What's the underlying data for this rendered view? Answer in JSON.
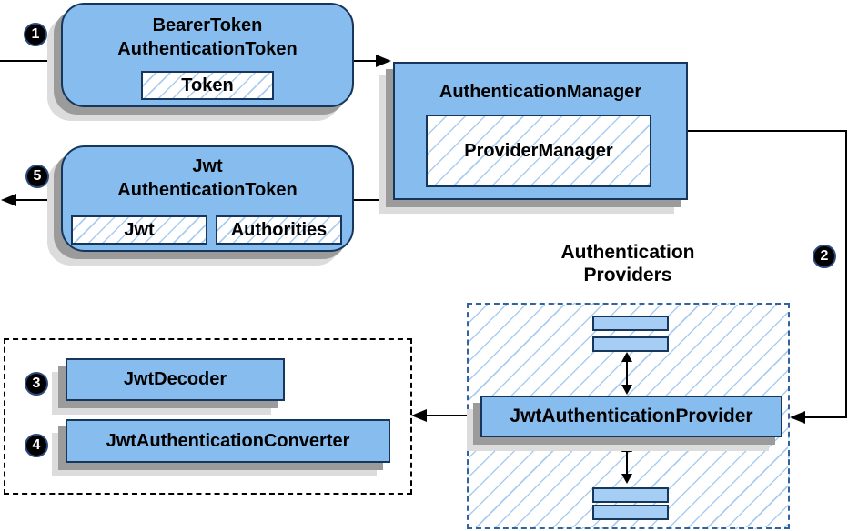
{
  "nodes": {
    "bearer_token": {
      "line1": "BearerToken",
      "line2": "AuthenticationToken",
      "field": "Token"
    },
    "auth_manager": {
      "title": "AuthenticationManager",
      "inner": "ProviderManager"
    },
    "jwt_auth_token": {
      "line1": "Jwt",
      "line2": "AuthenticationToken",
      "field_jwt": "Jwt",
      "field_authorities": "Authorities"
    },
    "providers": {
      "title_line1": "Authentication",
      "title_line2": "Providers",
      "provider": "JwtAuthenticationProvider"
    },
    "decoder_group": {
      "decoder": "JwtDecoder",
      "converter": "JwtAuthenticationConverter"
    }
  },
  "badges": {
    "step1": "1",
    "step2": "2",
    "step3": "3",
    "step4": "4",
    "step5": "5"
  },
  "colors": {
    "node_fill": "#86bdee",
    "bar_fill": "#a6cdf4",
    "node_border": "#16365c",
    "hatch_line": "#a9cdf1",
    "providers_dash_border": "#33639f",
    "decoder_dash_border": "#000000",
    "shadow_dark": "#9b9b9b",
    "shadow_light": "#dcdcdc",
    "edge": "#000000",
    "badge_fill": "#000000",
    "badge_text": "#ffffff"
  }
}
